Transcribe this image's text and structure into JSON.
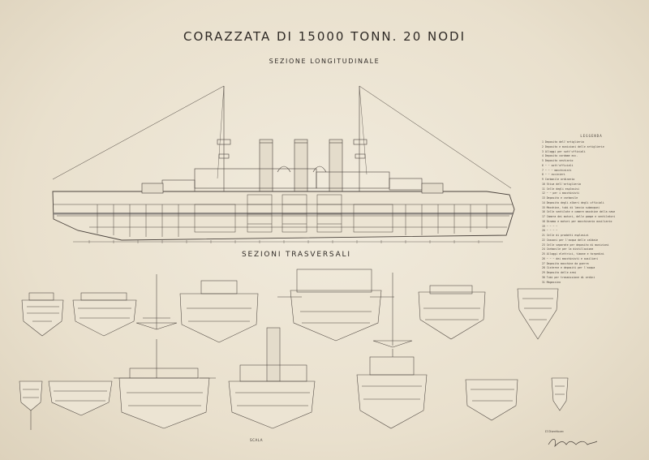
{
  "header": {
    "title": "CORAZZATA DI 15000 TONN. 20 NODI",
    "subtitle": "SEZIONE LONGITUDINALE"
  },
  "sections_title": "SEZIONI TRASVERSALI",
  "legend": {
    "title": "LEGGENDA",
    "items": [
      "1 Deposito dell'artiglieria",
      "2 Deposito e munizioni delle artiglierie",
      "3 Alloggi per sott'ufficiali",
      "4 Deposito cordame ecc.",
      "5 Deposito vestiario",
      "6 ~ ~ sott'ufficiali",
      "7 ~ ~ ~ macchinisti",
      "8 ~ ~ cucinieri",
      "9 Carbonile ordinario",
      "10 Stiva dell'artiglieria",
      "11 Celle degli esplosivi",
      "12 ~ ~ per i macchinisti",
      "13 Deposito e carbonile",
      "14 Deposito degli alberi degli ufficiali",
      "15 Macchine, tubi di lancio subacquei",
      "16 Celle ventilate e camere macchine della nave",
      "17 Camera dei motori, delle pompe e ventilatori",
      "18 Dinamo e motori per macchinario ausiliario",
      "19 ~ ~ ~ ~",
      "20 ~ ~ ~ ~",
      "21 Celle di prodotti esplosivi",
      "22 Cassoni per l'acqua delle caldaie",
      "23 Celle separate per deposito di munizioni",
      "24 Carbonile per la distillazione",
      "25 Alloggi elettrici, timone e torpedini",
      "26 ~ ~ ~ dei macchinisti e ausiliari",
      "27 Deposito macchine da guerra",
      "28 Cisterne e depositi per l'acqua",
      "29 Deposito delle armi",
      "30 Tubi per trasmissione di ordini",
      "31 Magazzino"
    ]
  },
  "scale_label": "SCALA",
  "signature": {
    "caption": "Il Direttore"
  },
  "colors": {
    "paper": "#eae2d1",
    "ink": "#3a3430",
    "water": "#8f8a84"
  }
}
